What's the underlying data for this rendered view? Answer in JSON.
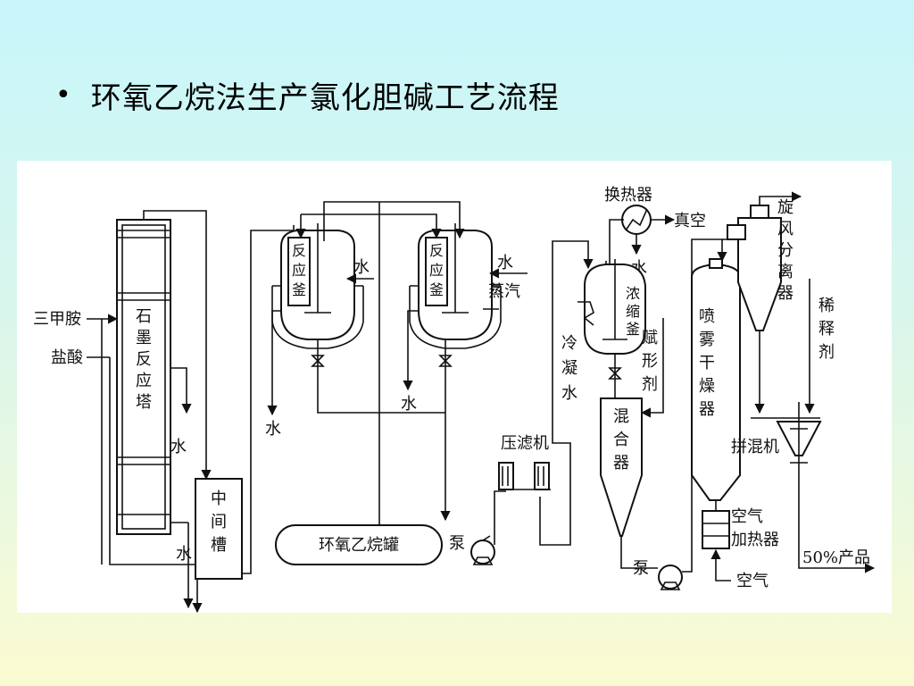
{
  "slide": {
    "bullet": "•",
    "title": "环氧乙烷法生产氯化胆碱工艺流程"
  },
  "diagram": {
    "trimethylamine": "三甲胺",
    "hcl": "盐酸",
    "graphite_tower": [
      "石",
      "墨",
      "反",
      "应",
      "塔"
    ],
    "water": "水",
    "intermediate_tank": [
      "中",
      "间",
      "槽"
    ],
    "reactor": [
      "反",
      "应",
      "釜"
    ],
    "steam": "蒸汽",
    "eo_tank": "环氧乙烷罐",
    "pump": "泵",
    "filter_press": "压滤机",
    "heat_exchanger": "换热器",
    "vacuum": "真空",
    "concentrator": [
      "浓",
      "缩",
      "釜"
    ],
    "cooling_water": [
      "冷",
      "凝",
      "水"
    ],
    "excipient": [
      "赋",
      "形",
      "剂"
    ],
    "mixer": [
      "混",
      "合",
      "器"
    ],
    "spray_dryer": [
      "喷",
      "雾",
      "干",
      "燥",
      "器"
    ],
    "cyclone": [
      "旋",
      "风",
      "分",
      "离",
      "器"
    ],
    "diluent": [
      "稀",
      "释",
      "剂"
    ],
    "blender": "拼混机",
    "air_heater": [
      "空气",
      "加热器"
    ],
    "air": "空气",
    "product": "50%产品"
  }
}
